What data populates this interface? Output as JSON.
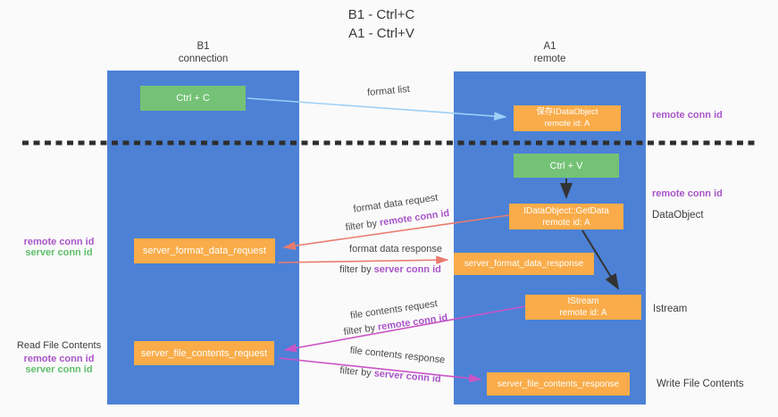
{
  "title": {
    "line1": "B1 - Ctrl+C",
    "line2": "A1 - Ctrl+V"
  },
  "lanes": {
    "left": {
      "name": "B1",
      "subtitle": "connection"
    },
    "right": {
      "name": "A1",
      "subtitle": "remote"
    }
  },
  "nodes": {
    "ctrl_c": {
      "label": "Ctrl + C"
    },
    "ctrl_v": {
      "label": "Ctrl + V"
    },
    "saved_dataobject": {
      "line1": "保存IDataObject",
      "line2": "remote id: A"
    },
    "getdata": {
      "line1": "IDataObject::GetData",
      "line2": "remote id: A"
    },
    "istream": {
      "line1": "IStream",
      "line2": "remote id: A"
    },
    "server_format_data_request": {
      "label": "server_format_data_request"
    },
    "server_format_data_response": {
      "label": "server_format_data_response"
    },
    "server_file_contents_request": {
      "label": "server_file_contents_request"
    },
    "server_file_contents_response": {
      "label": "server_file_contents_response"
    }
  },
  "arrow_labels": {
    "format_list": "format list",
    "format_data_request": "format data request",
    "format_data_response": "format data response",
    "file_contents_request": "file contents request",
    "file_contents_response": "file contents response",
    "filter_by": "filter by ",
    "remote_conn_id": "remote conn id",
    "server_conn_id": "server conn id"
  },
  "side_labels": {
    "remote_conn_id": "remote conn id",
    "server_conn_id": "server conn id",
    "read_file_contents": "Read File Contents",
    "write_file_contents": "Write File Contents",
    "dataobject": "DataObject",
    "istream": "Istream"
  },
  "colors": {
    "bg": "#fafafa",
    "lane_blue": "#4c81d6",
    "node_orange": "#f9ac49",
    "node_green": "#74c276",
    "arrow_blue": "#9ecff5",
    "arrow_red": "#e97b6f",
    "arrow_magenta": "#cb54c6",
    "label_purple": "#a855c8",
    "label_green": "#5fbe6a",
    "text_dark": "#3d3d3d"
  }
}
